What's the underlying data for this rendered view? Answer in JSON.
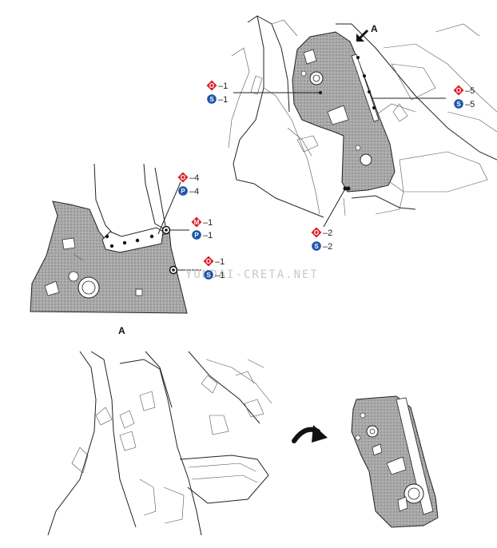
{
  "labels": {
    "top_view_letter": "A",
    "detail_letter": "A",
    "watermark": "YUNDAI-CRETA.NET",
    "callouts": [
      {
        "id": "c-o1",
        "shape": "diamond",
        "glyph": "O",
        "suffix": "–1",
        "color": "#d9202a"
      },
      {
        "id": "c-s1",
        "shape": "circle",
        "glyph": "S",
        "suffix": "–1",
        "color": "#1e56a8"
      },
      {
        "id": "c-o5",
        "shape": "diamond",
        "glyph": "O",
        "suffix": "–5",
        "color": "#d9202a"
      },
      {
        "id": "c-s5",
        "shape": "circle",
        "glyph": "S",
        "suffix": "–5",
        "color": "#1e56a8"
      },
      {
        "id": "c-o2",
        "shape": "diamond",
        "glyph": "O",
        "suffix": "–2",
        "color": "#d9202a"
      },
      {
        "id": "c-s2",
        "shape": "circle",
        "glyph": "S",
        "suffix": "–2",
        "color": "#1e56a8"
      },
      {
        "id": "c-o4",
        "shape": "diamond",
        "glyph": "O",
        "suffix": "–4",
        "color": "#d9202a"
      },
      {
        "id": "c-p4",
        "shape": "circle",
        "glyph": "P",
        "suffix": "–4",
        "color": "#1e56a8"
      },
      {
        "id": "c-m1",
        "shape": "diamond",
        "glyph": "M",
        "suffix": "–1",
        "color": "#d9202a"
      },
      {
        "id": "c-p1",
        "shape": "circle",
        "glyph": "P",
        "suffix": "–1",
        "color": "#1e56a8"
      },
      {
        "id": "c-o1b",
        "shape": "diamond",
        "glyph": "O",
        "suffix": "–1",
        "color": "#d9202a"
      },
      {
        "id": "c-s1b",
        "shape": "circle",
        "glyph": "S",
        "suffix": "–1",
        "color": "#1e56a8"
      }
    ]
  },
  "icons": {
    "view_arrow": "view-direction-arrow-icon",
    "removal_arrow": "curved-removal-arrow-icon"
  }
}
